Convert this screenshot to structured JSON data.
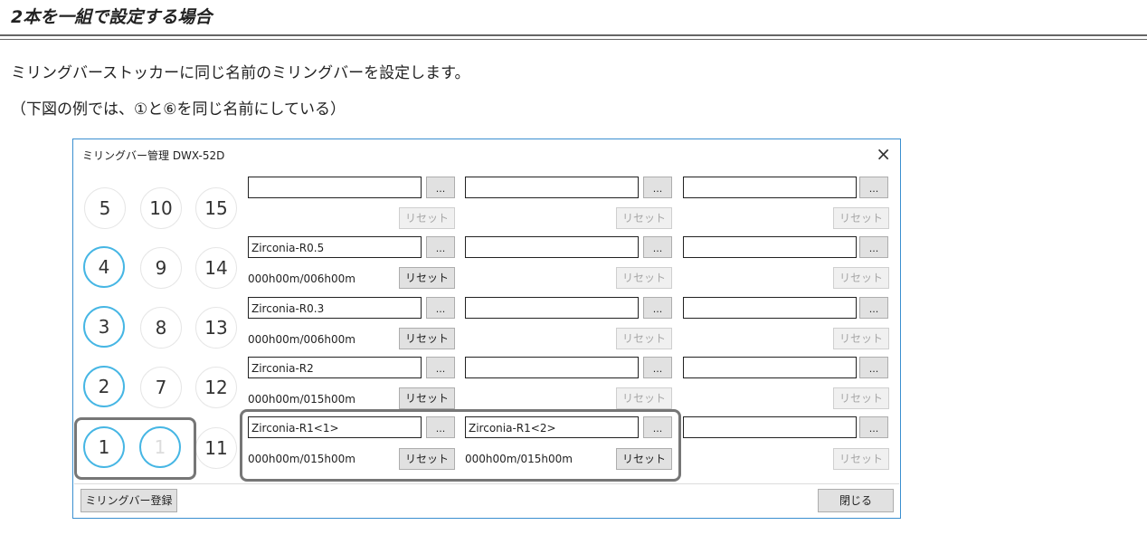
{
  "doc": {
    "heading": "2本を一組で設定する場合",
    "line1": "ミリングバーストッカーに同じ名前のミリングバーを設定します。",
    "line2": "（下図の例では、①と⑥を同じ名前にしている）"
  },
  "window": {
    "title": "ミリングバー管理 DWX-52D",
    "close": "×",
    "register_label": "ミリングバー登録",
    "close_label": "閉じる",
    "reset_label": "リセット",
    "browse_label": "..."
  },
  "slots": {
    "col1": [
      "5",
      "4",
      "3",
      "2",
      "1"
    ],
    "col2": [
      "10",
      "9",
      "8",
      "7",
      "1"
    ],
    "col3": [
      "15",
      "14",
      "13",
      "12",
      "11"
    ]
  },
  "rows": [
    {
      "cells": [
        {
          "name": "",
          "time": ""
        },
        {
          "name": "",
          "time": ""
        },
        {
          "name": "",
          "time": ""
        }
      ]
    },
    {
      "cells": [
        {
          "name": "Zirconia-R0.5",
          "time": "000h00m/006h00m"
        },
        {
          "name": "",
          "time": ""
        },
        {
          "name": "",
          "time": ""
        }
      ]
    },
    {
      "cells": [
        {
          "name": "Zirconia-R0.3",
          "time": "000h00m/006h00m"
        },
        {
          "name": "",
          "time": ""
        },
        {
          "name": "",
          "time": ""
        }
      ]
    },
    {
      "cells": [
        {
          "name": "Zirconia-R2",
          "time": "000h00m/015h00m"
        },
        {
          "name": "",
          "time": ""
        },
        {
          "name": "",
          "time": ""
        }
      ]
    },
    {
      "cells": [
        {
          "name": "Zirconia-R1<1>",
          "time": "000h00m/015h00m"
        },
        {
          "name": "Zirconia-R1<2>",
          "time": "000h00m/015h00m"
        },
        {
          "name": "",
          "time": ""
        }
      ]
    }
  ]
}
